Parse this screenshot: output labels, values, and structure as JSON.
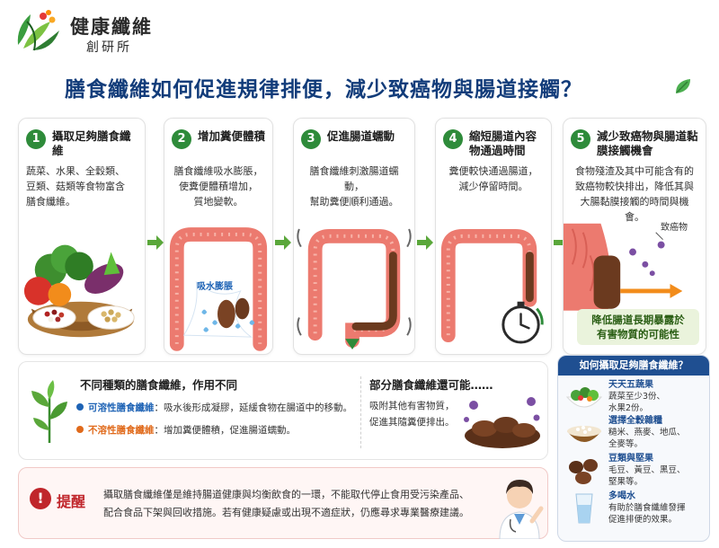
{
  "brand": {
    "name": "健康纖維",
    "sub": "創研所"
  },
  "title": "膳食纖維如何促進規律排便，減少致癌物與腸道接觸？",
  "colors": {
    "green": "#2e8b3a",
    "navy": "#1f4f91",
    "title_blue": "#123c7a",
    "red": "#c0262b",
    "colon": "#ec7a6f",
    "stool": "#6b3a1f"
  },
  "steps": [
    {
      "num": "1",
      "title": "攝取足夠膳食纖維",
      "desc": [
        "蔬菜、水果、全穀類、",
        "豆類、菇類等食物富含",
        "膳食纖維。"
      ]
    },
    {
      "num": "2",
      "title": "增加糞便體積",
      "desc": [
        "膳食纖維吸水膨脹，",
        "使糞便體積增加，",
        "質地變軟。"
      ],
      "label": "吸水膨脹"
    },
    {
      "num": "3",
      "title": "促進腸道蠕動",
      "desc": [
        "膳食纖維刺激腸道蠕動，",
        "幫助糞便順利通過。"
      ]
    },
    {
      "num": "4",
      "title": "縮短腸道內容物通過時間",
      "desc": [
        "糞便較快通過腸道，",
        "減少停留時間。"
      ]
    },
    {
      "num": "5",
      "title": "減少致癌物與腸道黏膜接觸機會",
      "desc": [
        "食物殘渣及其中可能含有的",
        "致癌物較快排出，降低其與",
        "大腸黏膜接觸的時間與機會。"
      ],
      "label": "致癌物",
      "callout": [
        "降低腸道長期暴露於",
        "有害物質的可能性"
      ]
    }
  ],
  "types": {
    "title": "不同種類的膳食纖維，作用不同",
    "soluble": {
      "name": "可溶性膳食纖維",
      "text": "：吸水後形成凝膠，延緩食物在腸道中的移動。"
    },
    "insoluble": {
      "name": "不溶性膳食纖維",
      "text": "：增加糞便體積，促進腸道蠕動。"
    },
    "more_title": "部分膳食纖維還可能……",
    "more_desc": [
      "吸附其他有害物質，",
      "促進其隨糞便排出。"
    ]
  },
  "reminder": {
    "label": "提醒",
    "text": [
      "攝取膳食纖維僅是維持腸道健康與均衡飲食的一環，不能取代停止食用受污染產品、",
      "配合食品下架與回收措施。若有健康疑慮或出現不適症狀，仍應尋求專業醫療建議。"
    ]
  },
  "howto": {
    "title": "如何攝取足夠膳食纖維？",
    "items": [
      {
        "head": "天天五蔬果",
        "lines": [
          "蔬菜至少3份、",
          "水果2份。"
        ],
        "icon": "salad-icon"
      },
      {
        "head": "選擇全穀雜糧",
        "lines": [
          "糙米、燕麥、地瓜、",
          "全麥等。"
        ],
        "icon": "grain-bowl-icon"
      },
      {
        "head": "豆類與堅果",
        "lines": [
          "毛豆、黃豆、黑豆、",
          "堅果等。"
        ],
        "icon": "beans-icon"
      },
      {
        "head": "多喝水",
        "lines": [
          "有助於膳食纖維發揮",
          "促進排便的效果。"
        ],
        "icon": "water-glass-icon"
      }
    ]
  }
}
